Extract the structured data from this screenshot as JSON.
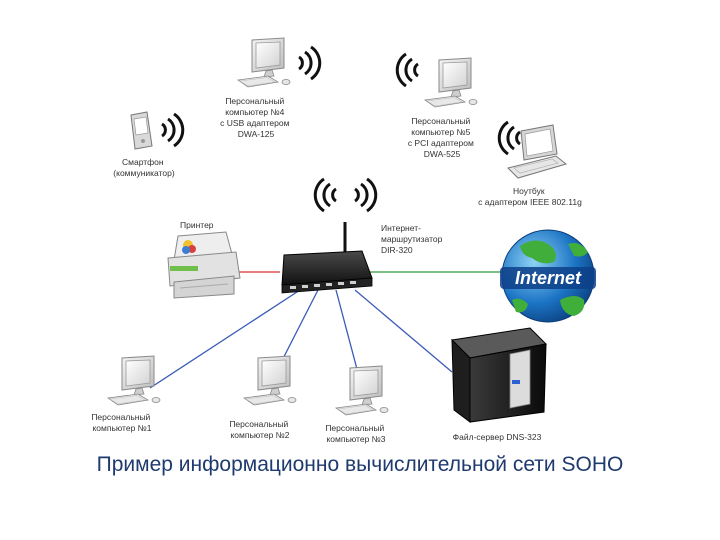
{
  "diagram": {
    "router_label": [
      "Интернет-",
      "маршрутизатор",
      "DIR-320"
    ],
    "printer_label": [
      "Принтер"
    ],
    "smartphone_label": [
      "Смартфон",
      "(коммуникатор)"
    ],
    "pc4_label": [
      "Персональный",
      "компьютер №4",
      "с USB адаптером",
      "DWA-125"
    ],
    "pc5_label": [
      "Персональный",
      "компьютер №5",
      "с PCI адаптером",
      "DWA-525"
    ],
    "laptop_label": [
      "Ноутбук",
      "с адаптером IEEE 802.11g"
    ],
    "internet_label": "Internet",
    "pc1_label": [
      "Персональный",
      "компьютер №1"
    ],
    "pc2_label": [
      "Персональный",
      "компьютер №2"
    ],
    "pc3_label": [
      "Персональный",
      "компьютер №3"
    ],
    "nas_label": [
      "Файл-сервер DNS-323"
    ]
  },
  "colors": {
    "ethernet": "#3a5bb8",
    "printer_cable": "#d83030",
    "internet_cable": "#2e9a3a",
    "caption": "#1f3a6e"
  },
  "caption": "Пример информационно вычислительной сети SOHO"
}
